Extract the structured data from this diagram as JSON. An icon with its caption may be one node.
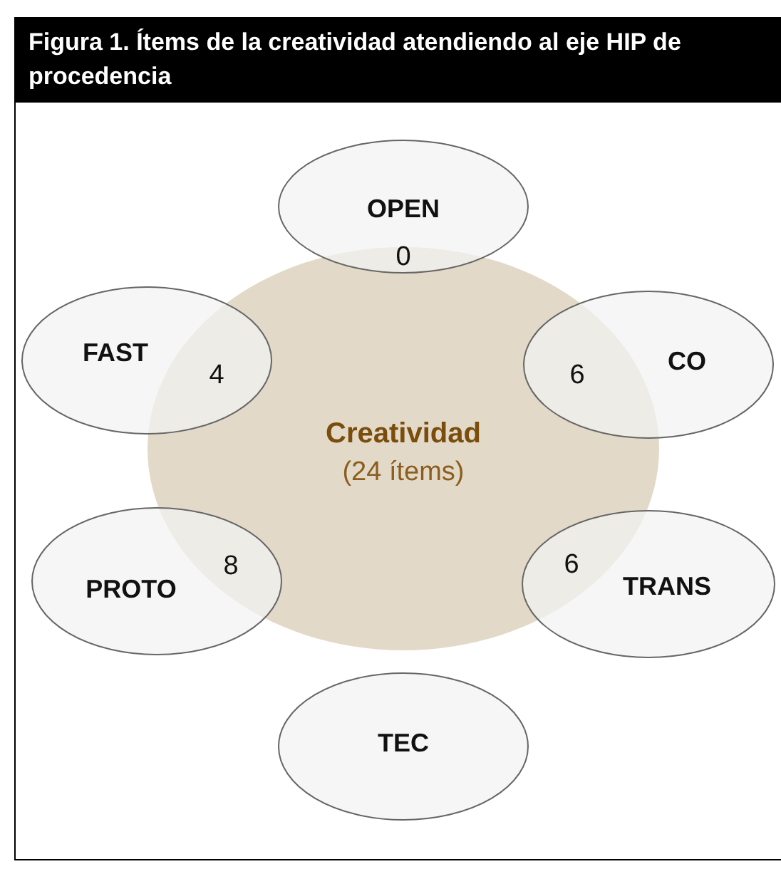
{
  "diagram": {
    "title": "Figura 1. Ítems de la creatividad atendiendo al eje HIP de procedencia",
    "nodes": [
      {
        "text": [
          "Creatividad",
          "(24 ítems)"
        ]
      },
      {
        "text": [
          "OPEN",
          "0"
        ]
      },
      {
        "text": [
          "FAST",
          "4"
        ]
      },
      {
        "text": [
          "CO",
          "6"
        ]
      },
      {
        "text": [
          "PROTO",
          "8"
        ]
      },
      {
        "text": [
          "TRANS",
          "6"
        ]
      },
      {
        "text": [
          "TEC"
        ]
      }
    ]
  }
}
